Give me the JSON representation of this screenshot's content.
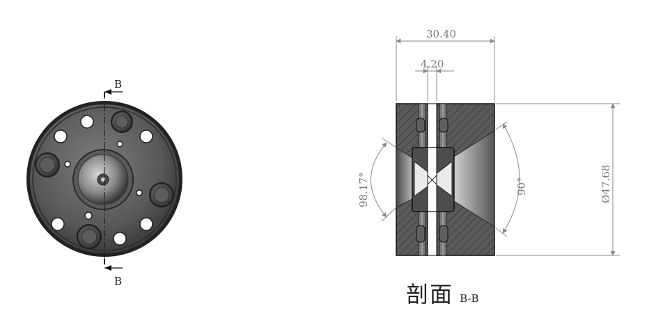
{
  "front_view": {
    "cut_label_top": "B",
    "cut_label_bottom": "B"
  },
  "section_view": {
    "dim_overall_width": "30.40",
    "dim_gap_width": "4.20",
    "dim_left_angle": "98.17°",
    "dim_right_angle": "90°",
    "dim_diameter": "Ø47.68",
    "caption_main": "剖面",
    "caption_sub": "B-B"
  },
  "colors": {
    "metal_dark": "#3a3a3a",
    "metal_mid": "#6e6e6e",
    "metal_light": "#a8a8a8",
    "dimension_line": "#8a8a8a"
  }
}
